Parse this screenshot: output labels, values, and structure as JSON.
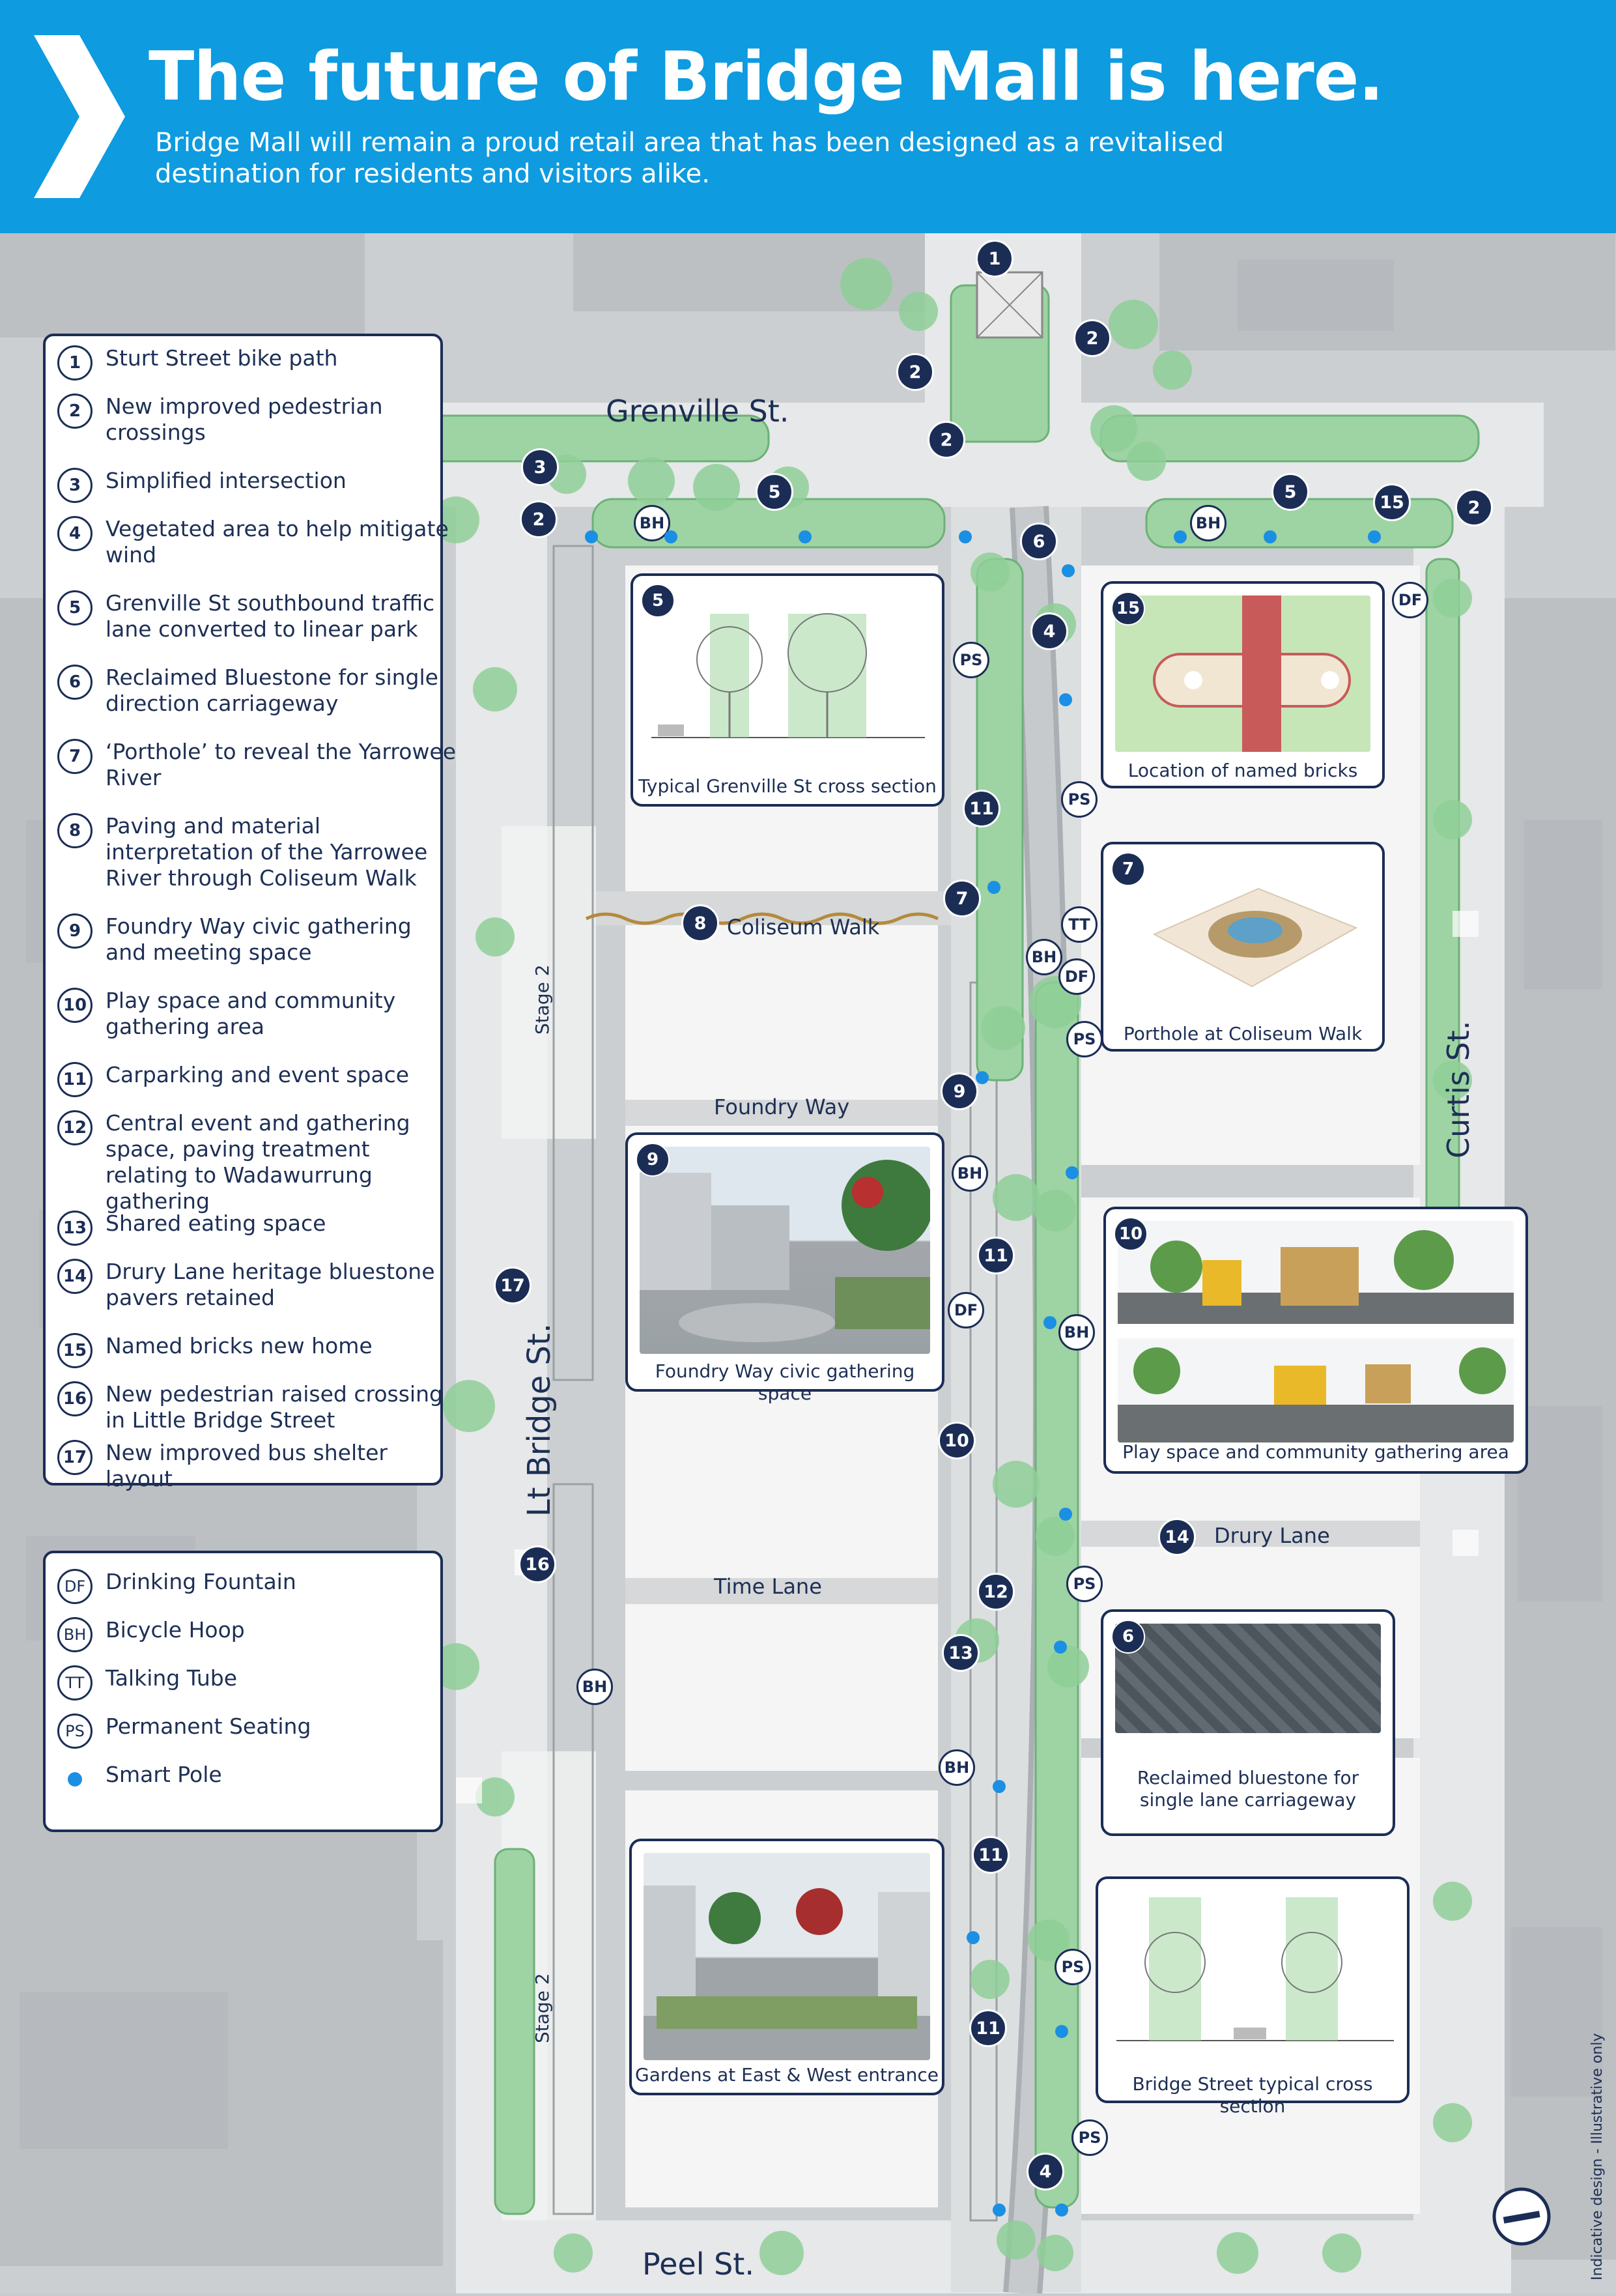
{
  "header": {
    "title": "The future of Bridge Mall is here.",
    "subtitle_line1": "Bridge Mall will remain a proud retail area that has been designed as a revitalised",
    "subtitle_line2": "destination for residents and visitors alike.",
    "background_color": "#0e9be0"
  },
  "legend": {
    "items": [
      {
        "number": "1",
        "label": "Sturt Street bike path"
      },
      {
        "number": "2",
        "label": "New improved pedestrian crossings"
      },
      {
        "number": "3",
        "label": "Simplified intersection"
      },
      {
        "number": "4",
        "label": "Vegetated area to help mitigate wind"
      },
      {
        "number": "5",
        "label": "Grenville St southbound traffic lane converted to linear park"
      },
      {
        "number": "6",
        "label": "Reclaimed Bluestone for single direction carriageway"
      },
      {
        "number": "7",
        "label": "‘Porthole’ to reveal the Yarrowee River"
      },
      {
        "number": "8",
        "label": "Paving and material interpretation of the Yarrowee River through Coliseum Walk"
      },
      {
        "number": "9",
        "label": "Foundry Way civic gathering and meeting space"
      },
      {
        "number": "10",
        "label": "Play space and community gathering area"
      },
      {
        "number": "11",
        "label": "Carparking and event space"
      },
      {
        "number": "12",
        "label": "Central event and gathering space, paving treatment relating to Wadawurrung gathering"
      },
      {
        "number": "13",
        "label": "Shared eating space"
      },
      {
        "number": "14",
        "label": "Drury Lane heritage bluestone pavers retained"
      },
      {
        "number": "15",
        "label": "Named bricks new home"
      },
      {
        "number": "16",
        "label": "New pedestrian raised crossing in Little Bridge Street"
      },
      {
        "number": "17",
        "label": "New improved bus shelter layout"
      }
    ]
  },
  "key": {
    "items": [
      {
        "symbol": "DF",
        "label": "Drinking Fountain"
      },
      {
        "symbol": "BH",
        "label": "Bicycle Hoop"
      },
      {
        "symbol": "TT",
        "label": "Talking Tube"
      },
      {
        "symbol": "PS",
        "label": "Permanent Seating"
      },
      {
        "symbol": "",
        "label": "Smart Pole",
        "icon": "smart-pole-dot"
      }
    ]
  },
  "streets": {
    "grenville": "Grenville St.",
    "curtis": "Curtis St.",
    "lt_bridge": "Lt Bridge St.",
    "peel": "Peel St.",
    "coliseum": "Coliseum Walk",
    "foundry": "Foundry Way",
    "time": "Time Lane",
    "drury": "Drury Lane",
    "stage_a": "Stage 2",
    "stage_b": "Stage 2"
  },
  "cards": {
    "c5": {
      "number": "5",
      "caption": "Typical Grenville St cross section"
    },
    "c15": {
      "number": "15",
      "caption": "Location of named bricks"
    },
    "c7": {
      "number": "7",
      "caption": "Porthole at Coliseum Walk"
    },
    "c9": {
      "number": "9",
      "caption": "Foundry Way civic gathering space"
    },
    "c10": {
      "number": "10",
      "caption": "Play space and community gathering area"
    },
    "c6": {
      "number": "6",
      "caption_line1": "Reclaimed bluestone for",
      "caption_line2": "single lane carriageway"
    },
    "cg": {
      "caption": "Gardens at East & West entrance"
    },
    "cb": {
      "caption": "Bridge Street typical cross section"
    }
  },
  "map_markers": [
    "1",
    "2",
    "2",
    "2",
    "2",
    "2",
    "3",
    "5",
    "5",
    "15",
    "6",
    "4",
    "11",
    "7",
    "8",
    "9",
    "11",
    "10",
    "14",
    "12",
    "13",
    "11",
    "11",
    "4",
    "17",
    "16"
  ],
  "amenities": [
    "BH",
    "BH",
    "DF",
    "PS",
    "PS",
    "TT",
    "BH",
    "DF",
    "PS",
    "BH",
    "DF",
    "BH",
    "PS",
    "BH",
    "BH",
    "PS",
    "PS"
  ],
  "disclaimer": "Indicative design - Illustrative only",
  "icons": {
    "north": "north-arrow-icon",
    "header": "chevron-right-icon"
  }
}
